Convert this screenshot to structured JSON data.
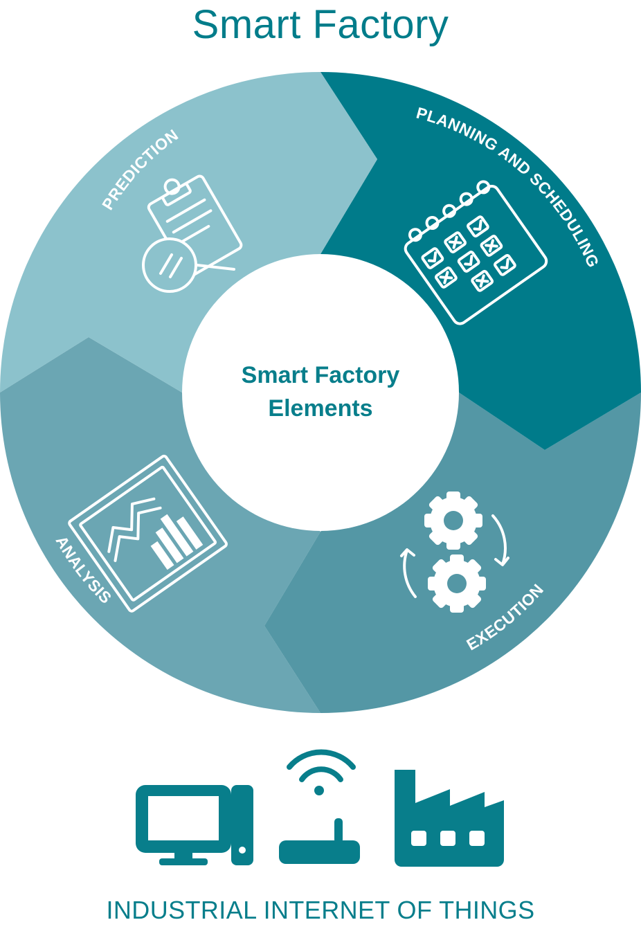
{
  "header": {
    "title": "Smart Factory"
  },
  "center": {
    "line1": "Smart Factory",
    "line2": "Elements"
  },
  "segments": [
    {
      "label": "PREDICTION",
      "icon": "clipboard-magnifier-icon",
      "color": "#8cc2cc"
    },
    {
      "label": "PLANNING AND SCHEDULING",
      "icon": "calendar-icon",
      "color": "#007b8a"
    },
    {
      "label": "EXECUTION",
      "icon": "gears-icon",
      "color": "#5497a5"
    },
    {
      "label": "ANALYSIS",
      "icon": "chart-report-icon",
      "color": "#6ba6b3"
    }
  ],
  "footer": {
    "label": "INDUSTRIAL INTERNET OF THINGS",
    "icons": [
      "computer-icon",
      "wifi-router-icon",
      "factory-icon"
    ],
    "color": "#087e8b"
  }
}
